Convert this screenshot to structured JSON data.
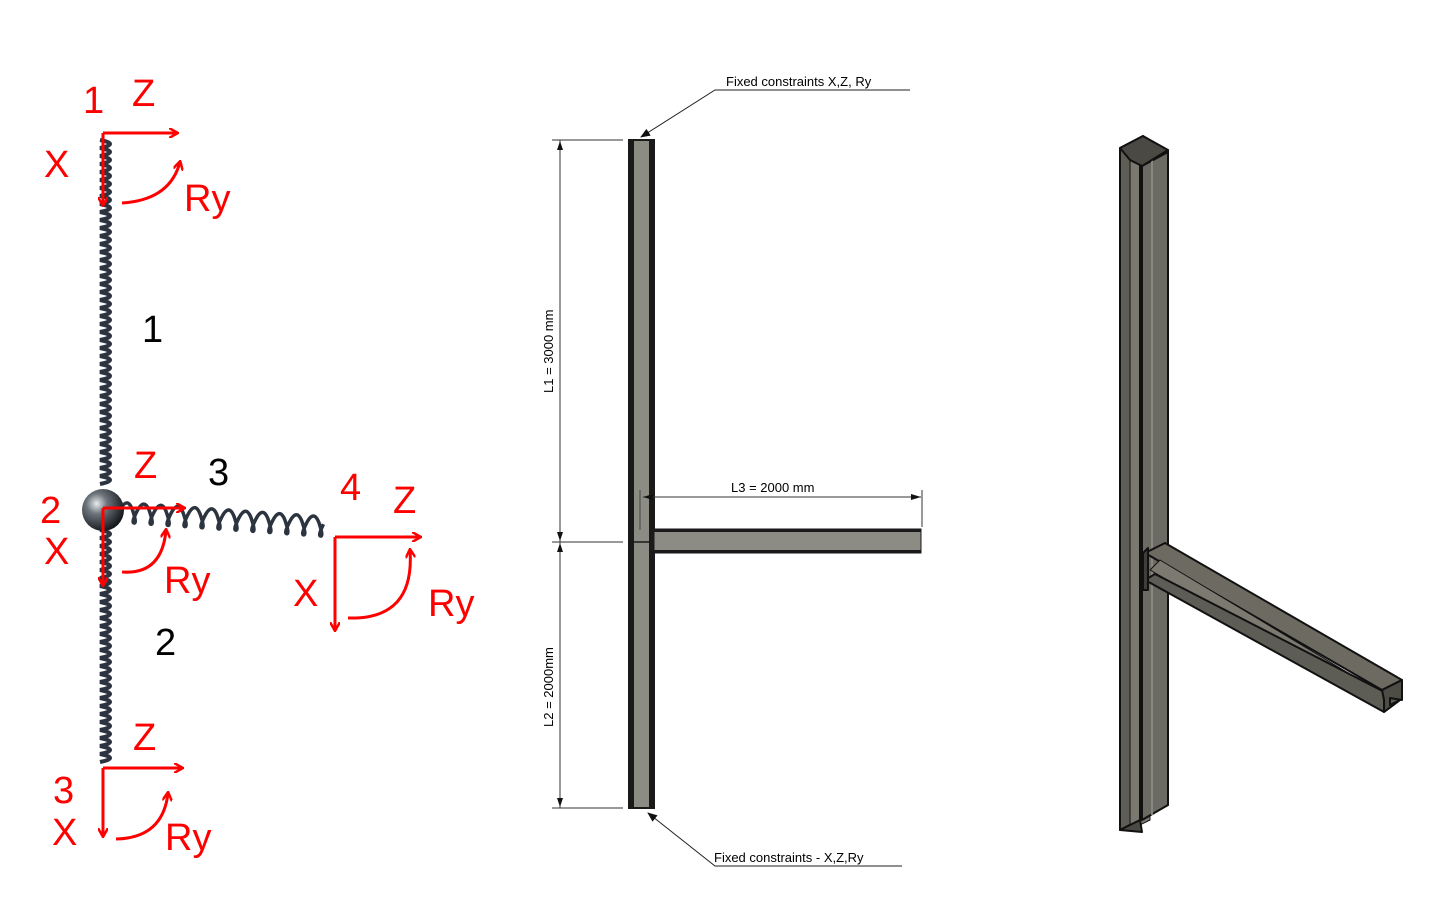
{
  "spring_model": {
    "colors": {
      "axis": "#ff0000",
      "spring": "#3a4250",
      "label": "#000000"
    },
    "nodes": [
      {
        "id": "1",
        "axes": {
          "x": "X",
          "z": "Z",
          "rot": "Ry"
        }
      },
      {
        "id": "2",
        "axes": {
          "x": "X",
          "z": "Z",
          "rot": "Ry"
        }
      },
      {
        "id": "3",
        "axes": {
          "x": "X",
          "z": "Z",
          "rot": "Ry"
        }
      },
      {
        "id": "4",
        "axes": {
          "x": "X",
          "z": "Z",
          "rot": "Ry"
        }
      }
    ],
    "elements": [
      {
        "id": "1"
      },
      {
        "id": "2"
      },
      {
        "id": "3"
      }
    ]
  },
  "drawing_2d": {
    "top_constraint": "Fixed constraints X,Z, Ry",
    "bottom_constraint": "Fixed constraints - X,Z,Ry",
    "dim_l1": "L1 = 3000 mm",
    "dim_l2": "L2 = 2000mm",
    "dim_l3": "L3 = 2000 mm",
    "colors": {
      "beam_fill": "#8c8b84",
      "beam_edge": "#1a1a1a"
    }
  },
  "model_3d": {
    "colors": {
      "face_light": "#7d7b72",
      "face_dark": "#5d5c54",
      "edge": "#111111"
    }
  }
}
